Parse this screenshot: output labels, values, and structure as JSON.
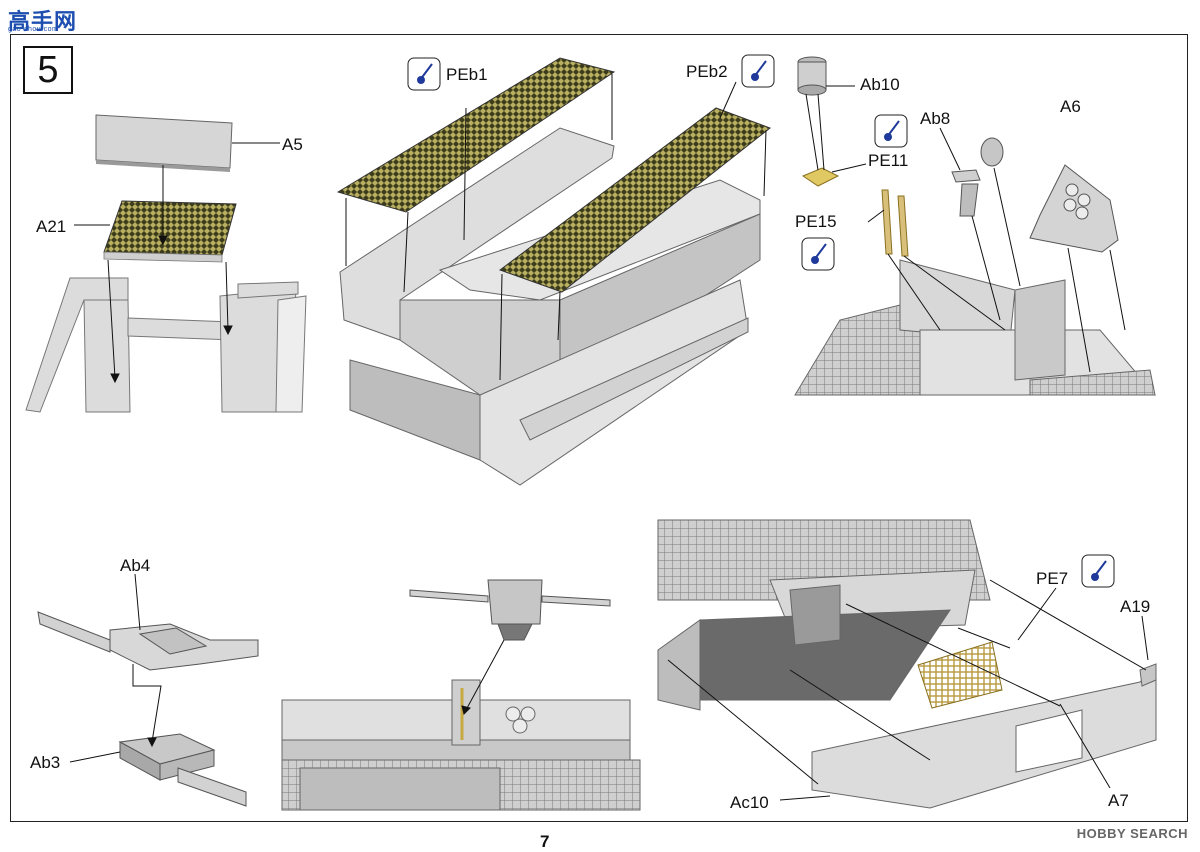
{
  "header": {
    "brand": "高手网",
    "brand_sub": "gao-shou.com"
  },
  "step_number": "5",
  "parts": {
    "A5": "A5",
    "A21": "A21",
    "PEb1": "PEb1",
    "PEb2": "PEb2",
    "Ab10": "Ab10",
    "Ab8": "Ab8",
    "A6": "A6",
    "PE11": "PE11",
    "PE15": "PE15",
    "Ab4": "Ab4",
    "Ab3": "Ab3",
    "PE7": "PE7",
    "A19": "A19",
    "Ac10": "Ac10",
    "A7": "A7"
  },
  "footer": {
    "page_number": "7",
    "watermark": "HOBBY SEARCH"
  },
  "colors": {
    "part": "#d9d9d9",
    "part_dark": "#9a9a9a",
    "mesh": "#5a5a2a",
    "photo_etch": "#d9c07a",
    "pe_icon": "#1f3a9a"
  }
}
